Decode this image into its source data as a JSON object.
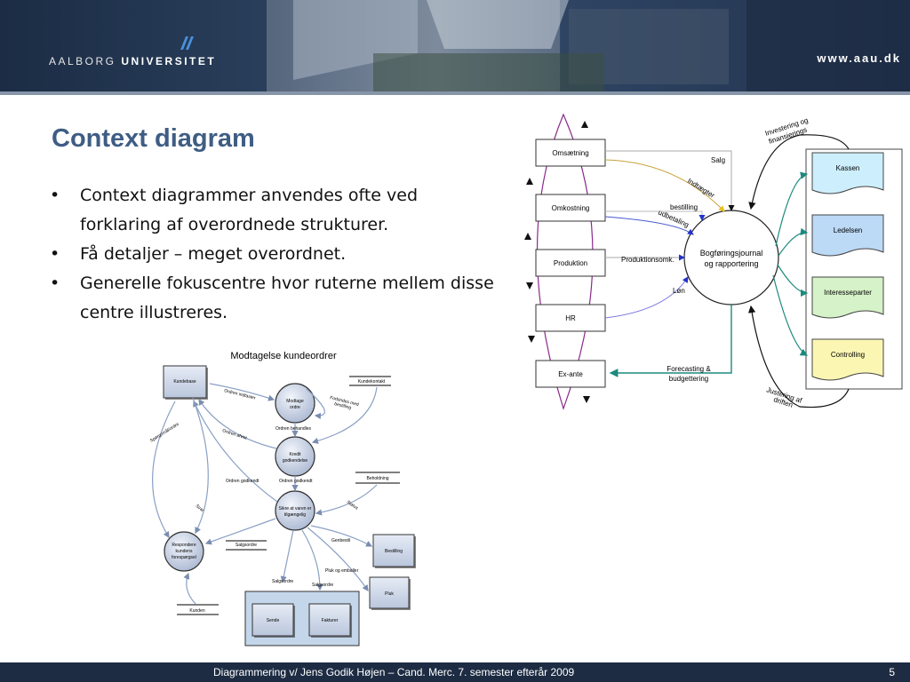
{
  "header": {
    "logo_word1": "AALBORG",
    "logo_word2": "UNIVERSITET",
    "url": "www.aau.dk"
  },
  "title": "Context diagram",
  "bullets": [
    "Context diagrammer anvendes ofte ved forklaring af overordnede strukturer.",
    "Få detaljer – meget overordnet.",
    "Generelle fokuscentre hvor ruterne mellem disse centre illustreres."
  ],
  "left_diagram": {
    "title": "Modtagelse kundeordrer",
    "process_modtage": [
      "Modtage",
      "ordre"
    ],
    "process_kredit": [
      "Kredit",
      "godkendelse"
    ],
    "process_sikre": [
      "Sikre at varen er",
      "tilgængelig"
    ],
    "process_respondere": [
      "Respondere",
      "kundens",
      "forespørgsel"
    ],
    "entity_kundebase": "Kundebase",
    "entity_bestilling": "Bestilling",
    "entity_pluk": "Pluk",
    "entity_sende": "Sende",
    "entity_fakturer": "Fakturer",
    "store_kundekontakt": "Kundekontakt",
    "store_beholdning": "Beholdning",
    "store_salgsordre": "Salgsordre",
    "store_kunden": "Kunden",
    "flow_ordren_indtaster": "Ordren indtaster",
    "flow_forbindes": [
      "Forbindes med",
      "bestilling"
    ],
    "flow_ordren_behandles": "Ordren behandles",
    "flow_ordren_afvist": "Ordren afvist",
    "flow_ordren_godkendt_a": "Ordren godkendt",
    "flow_ordren_godkendt_b": "Ordren godkendt",
    "flow_sporgsmal": "Spørgsmål/ordre",
    "flow_svar": "Svar",
    "flow_status": "Status",
    "flow_genbestil": "Genbestil",
    "flow_pluk_emballer": "Pluk og emballer",
    "flow_salgsordre_a": "Salgsordre",
    "flow_salgsordre_b": "Salgsordre"
  },
  "right_diagram": {
    "box_omsaetning": "Omsætning",
    "box_omkostning": "Omkostning",
    "box_produktion": "Produktion",
    "box_hr": "HR",
    "box_exante": "Ex-ante",
    "center": [
      "Bogføringsjournal",
      "og rapportering"
    ],
    "doc_kassen": "Kassen",
    "doc_ledelsen": "Ledelsen",
    "doc_interesseparter": "Interesseparter",
    "doc_controlling": "Controlling",
    "lbl_salg": "Salg",
    "lbl_indtaegter": "Indtægter",
    "lbl_bestilling": "bestilling",
    "lbl_udbetaling": "udbetaling",
    "lbl_produktionsomk": "Produktionsomk.",
    "lbl_lon": "Løn",
    "lbl_forecasting": [
      "Forecasting &",
      "budgettering"
    ],
    "lbl_investering": [
      "Investering og",
      "finansierings"
    ],
    "lbl_justering": [
      "Justering af",
      "driften"
    ]
  },
  "footer": {
    "text": "Diagrammering v/ Jens Godik Højen – Cand. Merc. 7. semester efterår 2009",
    "page": "5"
  },
  "colors": {
    "title": "#3f5d84",
    "footer_bg": "#1d2c43",
    "kassen": "#cdeffd",
    "ledelsen": "#bcd9f6",
    "interesseparter": "#d6f2c8",
    "controlling": "#fbf7b3",
    "teal_arrow": "#1b8a7e"
  }
}
